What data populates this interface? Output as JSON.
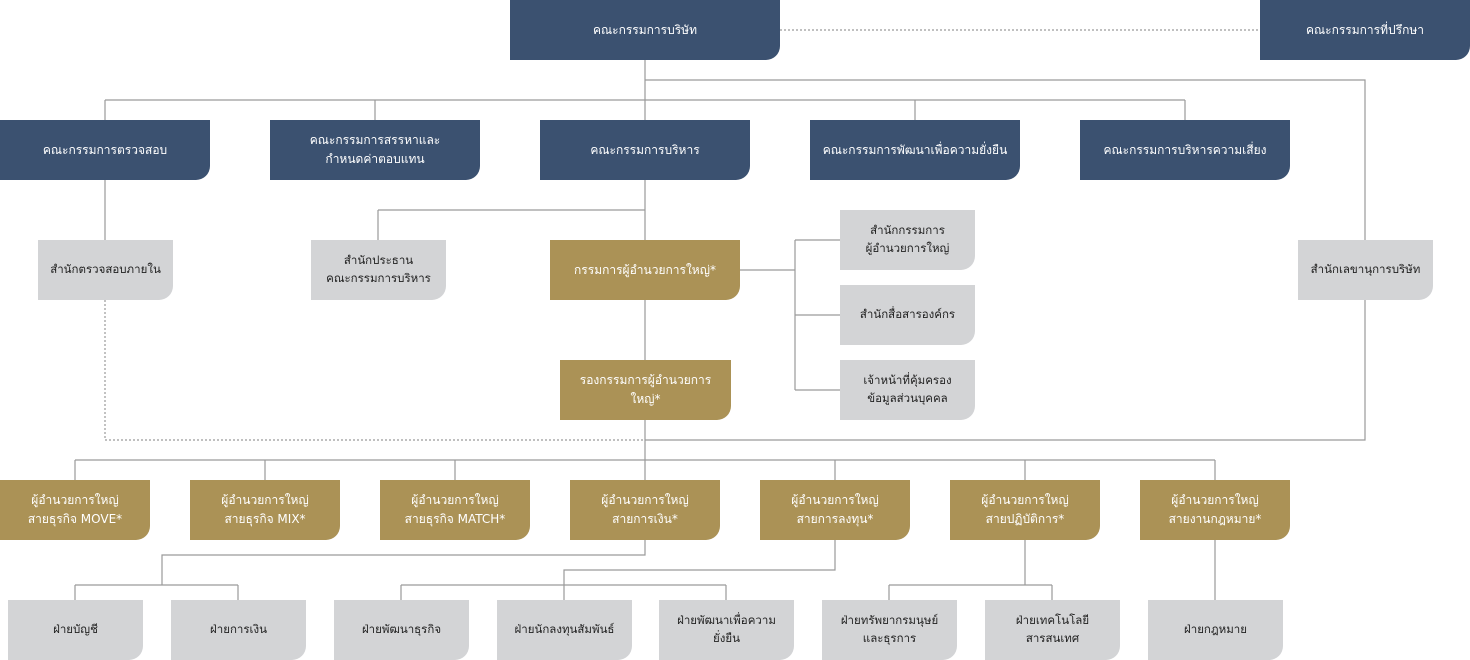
{
  "colors": {
    "navy": "#3b5170",
    "gold": "#ab9256",
    "grey": "#d3d4d6",
    "line": "#9a9a9a"
  },
  "board": {
    "board_of_directors": "คณะกรรมการบริษัท",
    "advisory_board": "คณะกรรมการที่ปรึกษา"
  },
  "committees": {
    "audit": "คณะกรรมการตรวจสอบ",
    "nomination": "คณะกรรมการสรรหาและ\nกำหนดค่าตอบแทน",
    "executive": "คณะกรรมการบริหาร",
    "sustainability": "คณะกรรมการพัฒนาเพื่อความยั่งยืน",
    "risk": "คณะกรรมการบริหารความเสี่ยง"
  },
  "offices": {
    "internal_audit": "สำนักตรวจสอบภายใน",
    "chairman_office": "สำนักประธาน\nคณะกรรมการบริหาร",
    "ceo_office": "สำนักกรรมการ\nผู้อำนวยการใหญ่",
    "corporate_comm": "สำนักสื่อสารองค์กร",
    "dpo": "เจ้าหน้าที่คุ้มครอง\nข้อมูลส่วนบุคคล",
    "company_secretary": "สำนักเลขานุการบริษัท"
  },
  "executives": {
    "ceo": "กรรมการผู้อำนวยการใหญ่*",
    "deputy_ceo": "รองกรรมการผู้อำนวยการใหญ่*"
  },
  "chief_officers": [
    "ผู้อำนวยการใหญ่\nสายธุรกิจ MOVE*",
    "ผู้อำนวยการใหญ่\nสายธุรกิจ MIX*",
    "ผู้อำนวยการใหญ่\nสายธุรกิจ MATCH*",
    "ผู้อำนวยการใหญ่\nสายการเงิน*",
    "ผู้อำนวยการใหญ่\nสายการลงทุน*",
    "ผู้อำนวยการใหญ่\nสายปฏิบัติการ*",
    "ผู้อำนวยการใหญ่\nสายงานกฎหมาย*"
  ],
  "departments": [
    "ฝ่ายบัญชี",
    "ฝ่ายการเงิน",
    "ฝ่ายพัฒนาธุรกิจ",
    "ฝ่ายนักลงทุนสัมพันธ์",
    "ฝ่ายพัฒนาเพื่อความยั่งยืน",
    "ฝ่ายทรัพยากรมนุษย์\nและธุรการ",
    "ฝ่ายเทคโนโลยีสารสนเทศ",
    "ฝ่ายกฎหมาย"
  ]
}
